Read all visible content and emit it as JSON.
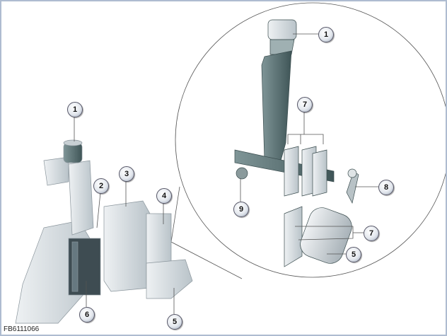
{
  "figure_code": "FB6111066",
  "callouts": {
    "left": [
      "1",
      "2",
      "3",
      "4",
      "5",
      "6"
    ],
    "detail": [
      "1",
      "7",
      "8",
      "9",
      "7",
      "5"
    ]
  },
  "colors": {
    "frame": "#aebcd0",
    "part_light": "#d8dde2",
    "part_dark": "#4e6668",
    "callout_border": "#556"
  }
}
